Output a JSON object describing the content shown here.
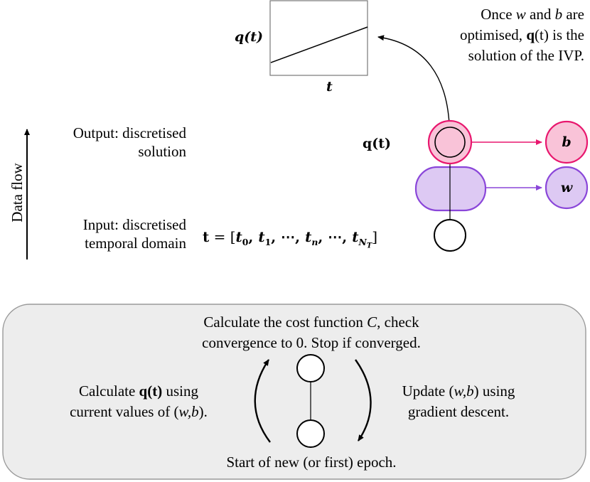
{
  "plot": {
    "y_label": "q(t)",
    "x_label": "t"
  },
  "caption": {
    "line1_pre": "Once ",
    "w": "w",
    "line1_mid": " and ",
    "b": "b",
    "line1_post": " are",
    "line2_pre": "optimised, ",
    "q": "q",
    "line2_paren": "(t)",
    "line2_post": " is the",
    "line3": "solution of the IVP."
  },
  "data_flow": {
    "label": "Data flow"
  },
  "output": {
    "line1": "Output: discretised",
    "line2": "solution",
    "symbol": "q(t)"
  },
  "input": {
    "line1": "Input: discretised",
    "line2": "temporal domain",
    "vec": "t",
    "eq": " = [",
    "t": "t",
    "s0": "0",
    "s1": "1",
    "sn": "n",
    "sN": "N",
    "sT": "T",
    "sep": ", ",
    "dots": "⋯",
    "close": "]"
  },
  "params": {
    "b": "b",
    "w": "w"
  },
  "training": {
    "top_line1_pre": "Calculate the cost function ",
    "top_c": "C",
    "top_line1_post": ", check",
    "top_line2": "convergence to 0. Stop if converged.",
    "left_line1_pre": "Calculate ",
    "left_q": "q(t)",
    "left_line1_post": " using",
    "left_line2_pre": "current values of (",
    "left_wb": "w,b",
    "left_line2_post": ").",
    "right_line1_pre": "Update (",
    "right_wb": "w,b",
    "right_line1_post": ") using",
    "right_line2": "gradient descent.",
    "bottom": "Start of new (or first) epoch."
  },
  "colors": {
    "pink_stroke": "#e8176e",
    "pink_fill": "#f9c3d8",
    "purple_stroke": "#8a46d9",
    "purple_fill": "#ddc9f3",
    "panel_fill": "#ededed",
    "panel_stroke": "#9a9a9a"
  }
}
